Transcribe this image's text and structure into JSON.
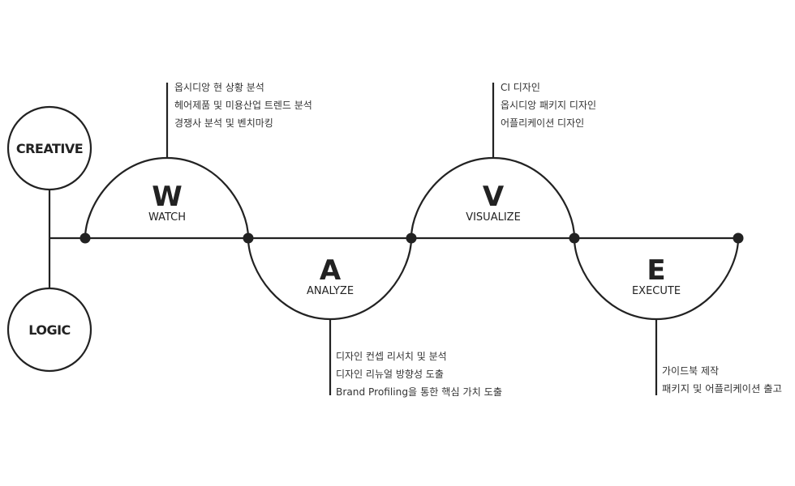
{
  "left_nodes": {
    "top": "CREATIVE",
    "bottom": "LOGIC"
  },
  "stages": [
    {
      "letter": "W",
      "word": "WATCH",
      "items": [
        "옵시디앙 현 상황 분석",
        "헤어제품 및 미용산업 트렌드 분석",
        "경쟁사 분석 및 벤치마킹"
      ]
    },
    {
      "letter": "A",
      "word": "ANALYZE",
      "items": [
        "디자인 컨셉 리서치 및 분석",
        "디자인 리뉴얼 방향성 도출",
        "Brand Profiling을 통한 핵심 가치 도출"
      ]
    },
    {
      "letter": "V",
      "word": "VISUALIZE",
      "items": [
        "CI 디자인",
        "옵시디앙 패키지 디자인",
        "어플리케이션 디자인"
      ]
    },
    {
      "letter": "E",
      "word": "EXECUTE",
      "items": [
        "가이드북 제작",
        "패키지 및 어플리케이션 출고"
      ]
    }
  ]
}
